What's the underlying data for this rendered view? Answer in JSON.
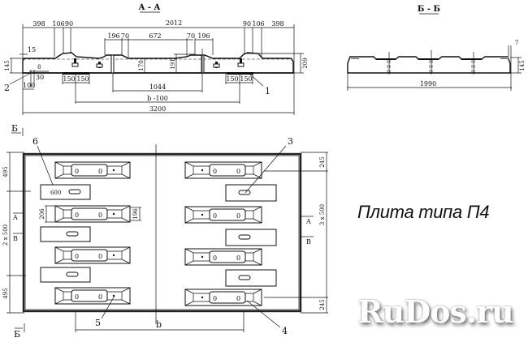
{
  "drawing": {
    "title": "Плита типа П4",
    "watermark": "RuDos.ru",
    "section_aa": {
      "label": "A - A",
      "dims_top": [
        "398",
        "106",
        "90",
        "2012",
        "90",
        "106",
        "398"
      ],
      "dims_inner": [
        "196",
        "70",
        "672",
        "70",
        "196"
      ],
      "dim_15": "15",
      "dim_145": "145",
      "dim_170": "170",
      "dim_191": "191",
      "dim_209": "209",
      "dim_8": "8",
      "dim_30": "30",
      "dim_100": "100",
      "dims_150": [
        "150",
        "150",
        "150",
        "150"
      ],
      "dim_1044": "1044",
      "dim_b100": "b -100",
      "dim_3200": "3200",
      "callout_1": "1",
      "callout_2": "2"
    },
    "section_bb": {
      "label": "Б - Б",
      "dim_7": "7",
      "dim_145": "145",
      "dim_1990": "1990"
    },
    "plan": {
      "cut_b_top": "Б",
      "cut_b_bottom": "Б",
      "left_dims": [
        "495",
        "2 x 500",
        "495"
      ],
      "right_dims": [
        "245",
        "3 x 500",
        "245"
      ],
      "dim_206": "206",
      "dim_196": "196",
      "pad_label": "600",
      "cut_a_left": "A",
      "cut_v_left": "B",
      "cut_a_right": "A",
      "cut_v_right": "B",
      "dim_b": "b",
      "callouts": {
        "c3": "3",
        "c4": "4",
        "c5": "5",
        "c6": "6"
      },
      "rail_mark": "0"
    }
  }
}
